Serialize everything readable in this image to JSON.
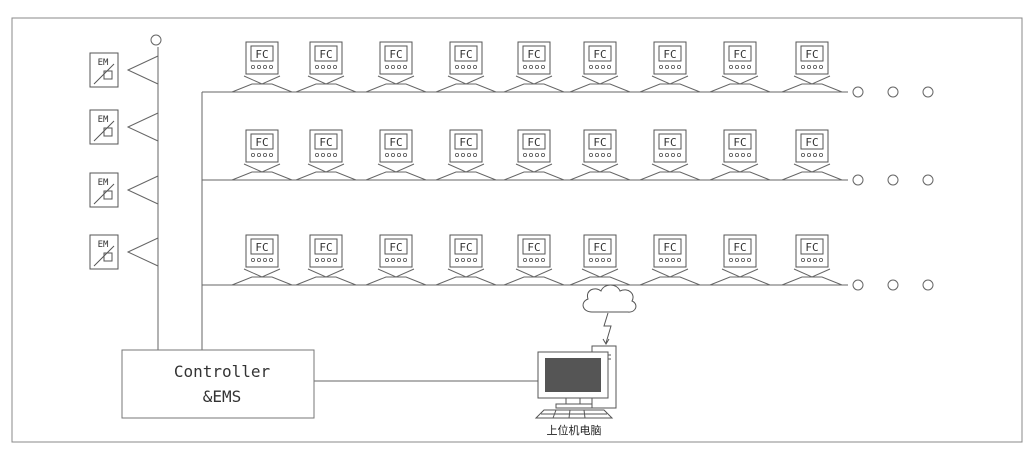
{
  "controller": {
    "line1": "Controller",
    "line2": "&EMS"
  },
  "computer": {
    "label": "上位机电脑"
  },
  "em_label": "EM",
  "fc_label": "FC",
  "em_count": 4,
  "fc_rows": 3,
  "fc_per_row": 9,
  "continuation_dots_per_row": 3,
  "colors": {
    "line": "#666666",
    "screen": "#555555",
    "background": "#ffffff"
  }
}
